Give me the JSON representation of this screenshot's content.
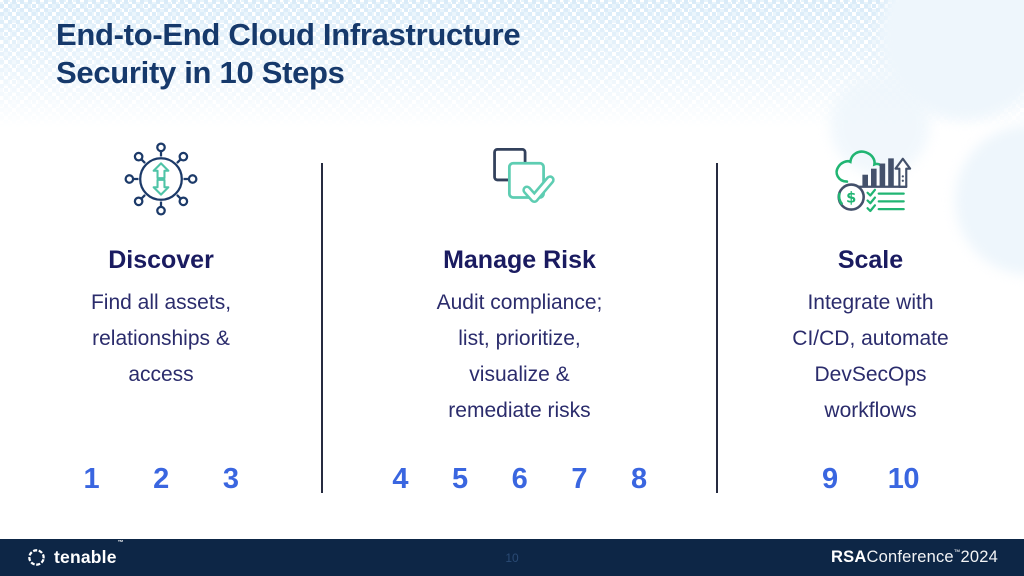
{
  "slide": {
    "title": "End-to-End Cloud Infrastructure\nSecurity in 10 Steps"
  },
  "columns": [
    {
      "icon": "network-discovery-icon",
      "title": "Discover",
      "description": "Find all assets,\nrelationships &\naccess",
      "steps": [
        "1",
        "2",
        "3"
      ]
    },
    {
      "icon": "compliance-check-icon",
      "title": "Manage Risk",
      "description": "Audit compliance;\nlist, prioritize,\nvisualize &\nremediate risks",
      "steps": [
        "4",
        "5",
        "6",
        "7",
        "8"
      ]
    },
    {
      "icon": "scale-automation-icon",
      "title": "Scale",
      "description": "Integrate with\nCI/CD, automate\nDevSecOps\nworkflows",
      "steps": [
        "9",
        "10"
      ]
    }
  ],
  "footer": {
    "brand": "tenable",
    "brand_mark": "™",
    "page_number": "10",
    "rsa_bold": "RSA",
    "rsa_rest": "Conference",
    "rsa_tm": "™",
    "rsa_year": "2024"
  },
  "colors": {
    "title_navy": "#16396B",
    "heading_indigo": "#1A1B60",
    "body_indigo": "#2B2C6C",
    "step_blue": "#3A66E0",
    "icon_navy": "#1C3A69",
    "icon_teal": "#4FC4A7",
    "icon_green": "#21B573",
    "icon_slate": "#44516B",
    "footer_navy": "#0D2646",
    "dot_pattern_blue": "#D7EAF8"
  }
}
